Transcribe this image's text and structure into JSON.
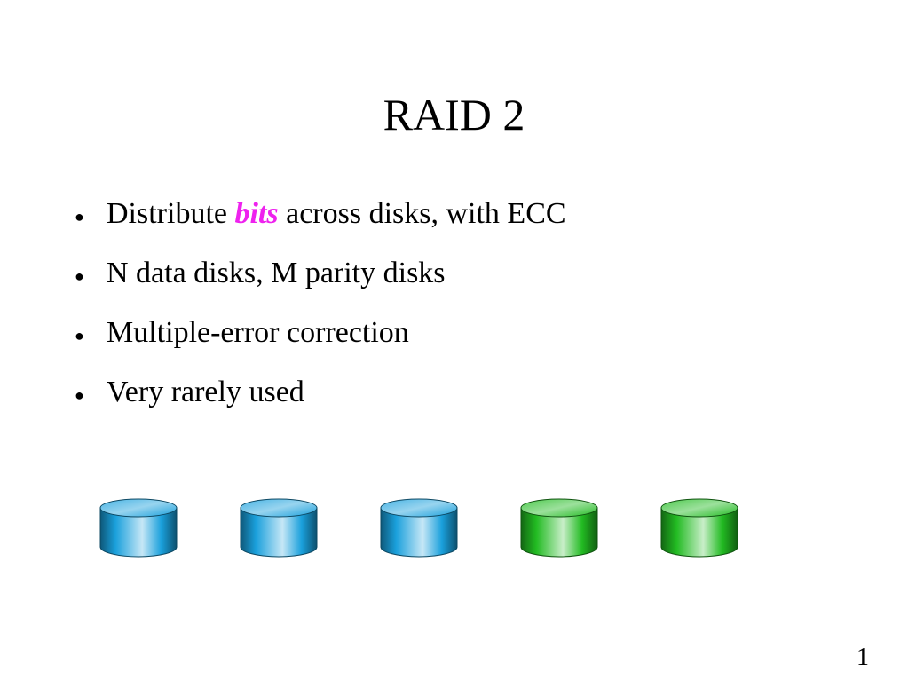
{
  "slide": {
    "title": "RAID 2",
    "bullets": [
      {
        "pre": "Distribute ",
        "highlight": "bits",
        "post": " across disks, with ECC"
      },
      {
        "text": "N data disks, M parity disks"
      },
      {
        "text": "Multiple-error correction"
      },
      {
        "text": "Very rarely used"
      }
    ],
    "highlight_color": "#ee22ee",
    "bullet_glyph": "●",
    "page_number": "1"
  },
  "disks": [
    {
      "kind": "data",
      "icon": "disk-icon",
      "color": "#1aa0dc"
    },
    {
      "kind": "data",
      "icon": "disk-icon",
      "color": "#1aa0dc"
    },
    {
      "kind": "data",
      "icon": "disk-icon",
      "color": "#1aa0dc"
    },
    {
      "kind": "parity",
      "icon": "disk-icon",
      "color": "#22bb22"
    },
    {
      "kind": "parity",
      "icon": "disk-icon",
      "color": "#22bb22"
    }
  ]
}
